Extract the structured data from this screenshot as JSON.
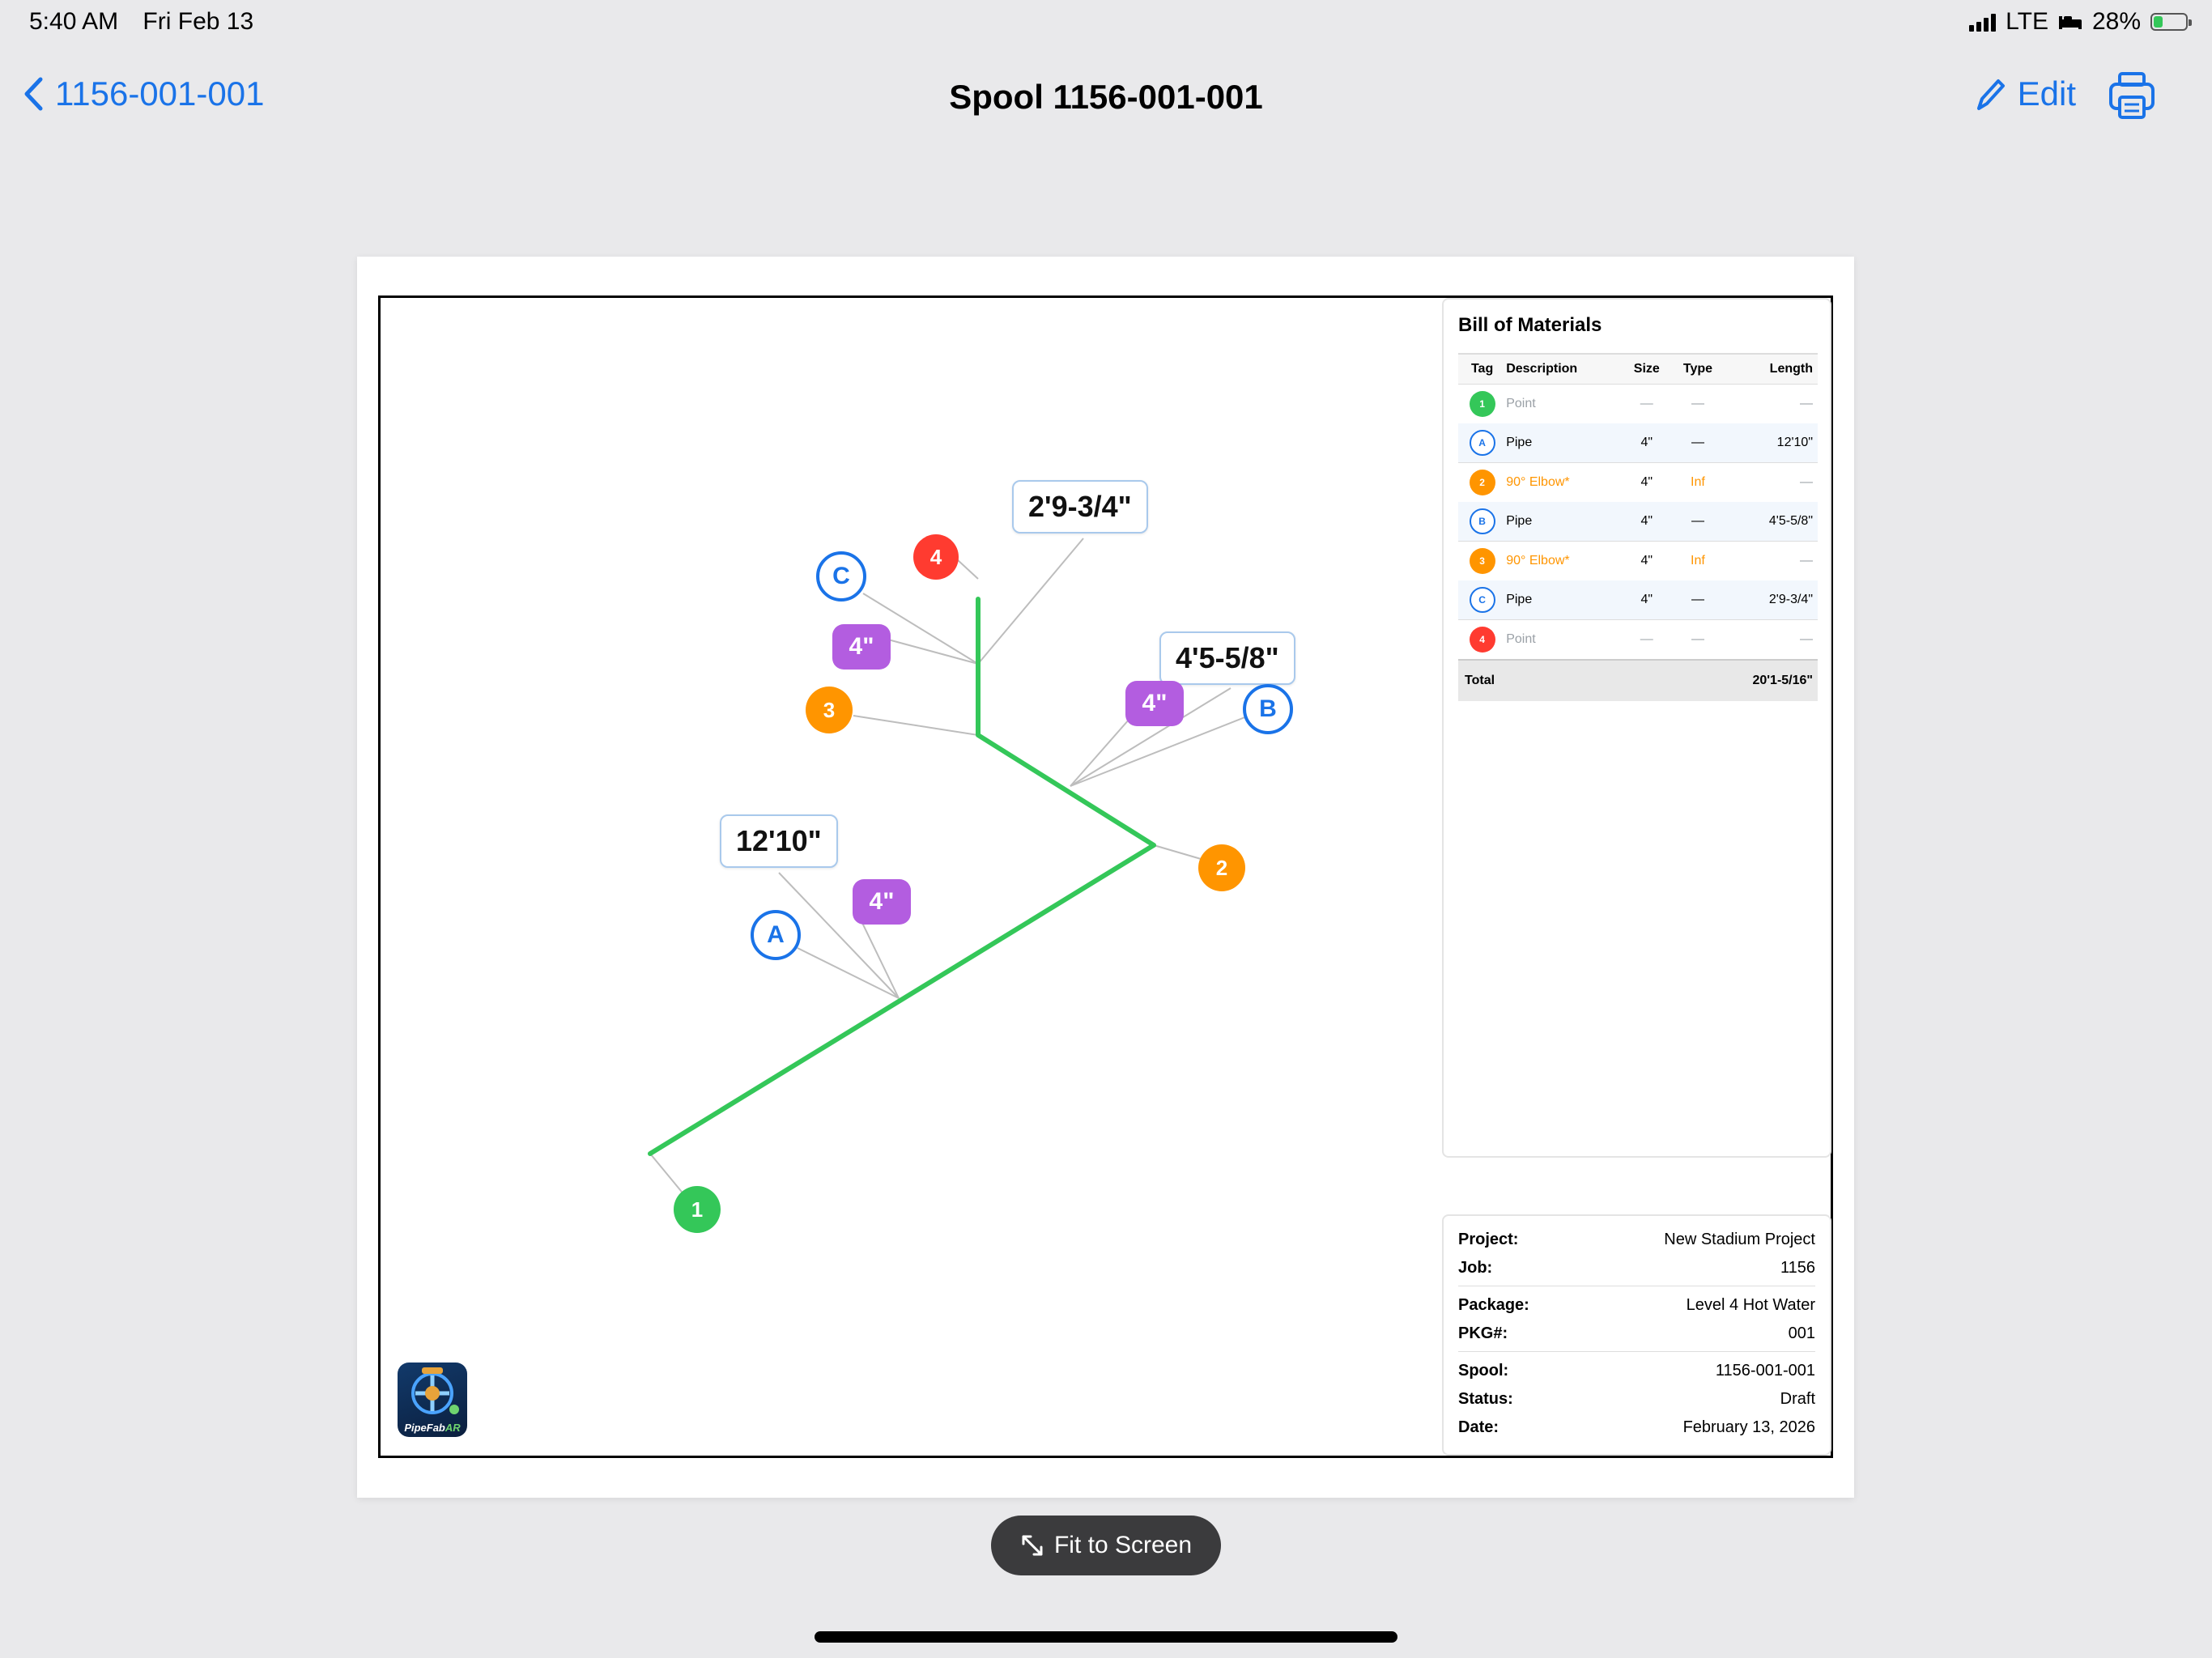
{
  "status_bar": {
    "time": "5:40 AM",
    "date": "Fri Feb 13",
    "network": "LTE",
    "battery": "28%"
  },
  "nav": {
    "back_label": "1156-001-001",
    "title": "Spool 1156-001-001",
    "edit_label": "Edit"
  },
  "drawing": {
    "length_labels": {
      "c": "2'9-3/4\"",
      "b": "4'5-5/8\"",
      "a": "12'10\""
    },
    "size_labels": {
      "c": "4\"",
      "b": "4\"",
      "a": "4\""
    },
    "nodes": {
      "n1": "1",
      "n2": "2",
      "n3": "3",
      "n4": "4",
      "na": "A",
      "nb": "B",
      "nc": "C"
    },
    "pipe_color": "#34c759"
  },
  "bom": {
    "title": "Bill of Materials",
    "headers": {
      "tag": "Tag",
      "description": "Description",
      "size": "Size",
      "type": "Type",
      "length": "Length"
    },
    "rows": [
      {
        "tag": "1",
        "description": "Point",
        "size": "—",
        "type": "—",
        "length": "—"
      },
      {
        "tag": "A",
        "description": "Pipe",
        "size": "4\"",
        "type": "—",
        "length": "12'10\""
      },
      {
        "tag": "2",
        "description": "90° Elbow*",
        "size": "4\"",
        "type": "Inf",
        "length": "—"
      },
      {
        "tag": "B",
        "description": "Pipe",
        "size": "4\"",
        "type": "—",
        "length": "4'5-5/8\""
      },
      {
        "tag": "3",
        "description": "90° Elbow*",
        "size": "4\"",
        "type": "Inf",
        "length": "—"
      },
      {
        "tag": "C",
        "description": "Pipe",
        "size": "4\"",
        "type": "—",
        "length": "2'9-3/4\""
      },
      {
        "tag": "4",
        "description": "Point",
        "size": "—",
        "type": "—",
        "length": "—"
      }
    ],
    "total_label": "Total",
    "total_value": "20'1-5/16\""
  },
  "info": {
    "project_label": "Project:",
    "project": "New Stadium Project",
    "job_label": "Job:",
    "job": "1156",
    "package_label": "Package:",
    "package": "Level 4 Hot Water",
    "pkg_label": "PKG#:",
    "pkg": "001",
    "spool_label": "Spool:",
    "spool": "1156-001-001",
    "status_label": "Status:",
    "status": "Draft",
    "date_label": "Date:",
    "date": "February 13, 2026"
  },
  "logo": {
    "text_a": "PipeFab",
    "text_b": "AR"
  },
  "fit_button": {
    "label": "Fit to Screen"
  }
}
